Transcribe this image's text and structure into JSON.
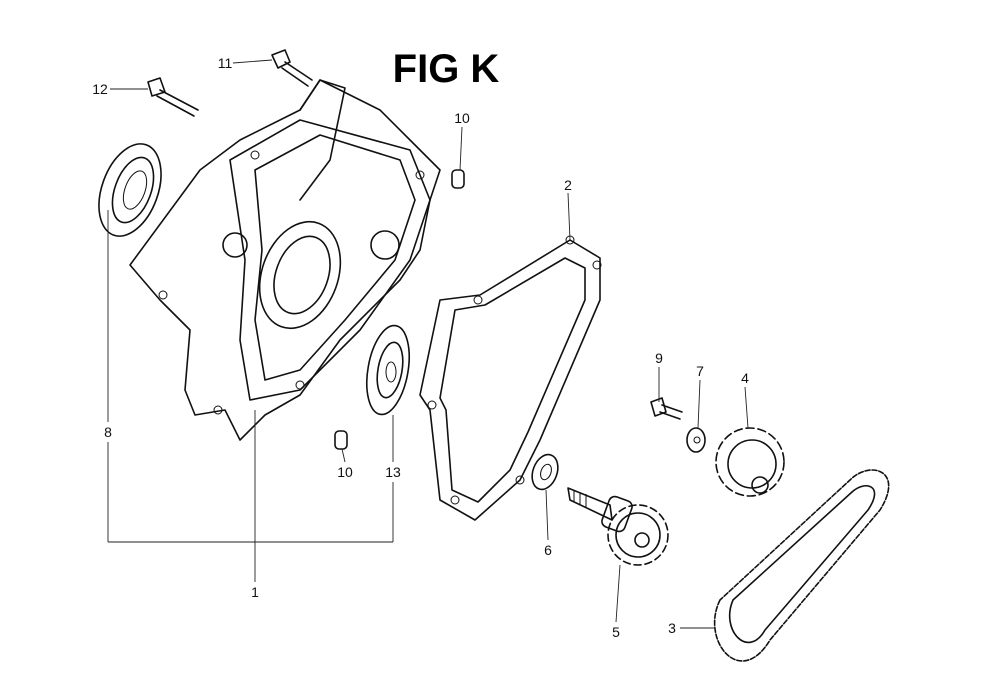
{
  "title": "FIG K",
  "callouts": {
    "c1": "1",
    "c2": "2",
    "c3": "3",
    "c4": "4",
    "c5": "5",
    "c6": "6",
    "c7": "7",
    "c8": "8",
    "c9": "9",
    "c10a": "10",
    "c10b": "10",
    "c11": "11",
    "c12": "12",
    "c13": "13"
  }
}
